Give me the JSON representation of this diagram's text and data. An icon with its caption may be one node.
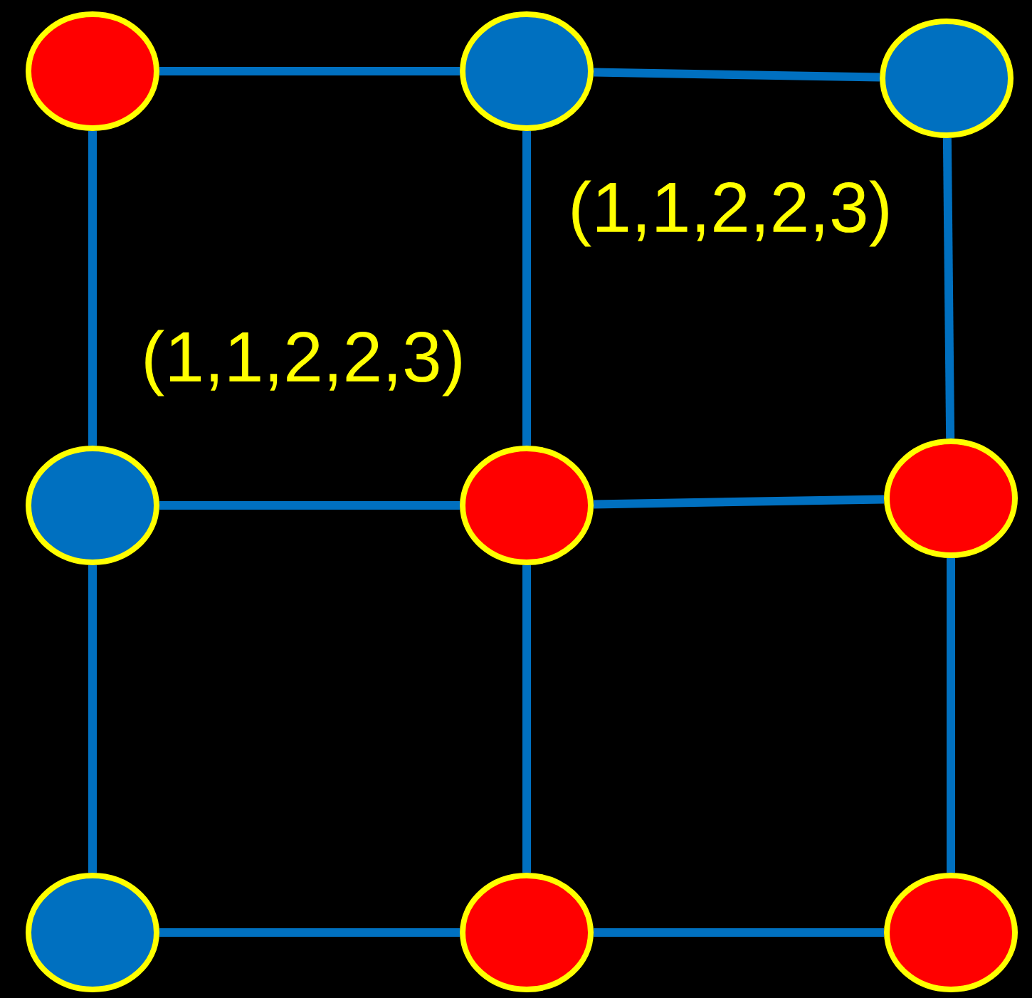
{
  "diagram": {
    "nodes": [
      {
        "text": [],
        "shape": "circle"
      },
      {
        "text": [],
        "shape": "circle"
      },
      {
        "text": [],
        "shape": "circle"
      },
      {
        "text": [],
        "shape": "circle"
      },
      {
        "text": [],
        "shape": "circle"
      },
      {
        "text": [],
        "shape": "circle"
      },
      {
        "text": [],
        "shape": "circle"
      },
      {
        "text": [],
        "shape": "circle"
      },
      {
        "text": [],
        "shape": "circle"
      }
    ],
    "edges": [
      {
        "from": 0,
        "to": 1,
        "arrow": "none"
      },
      {
        "from": 1,
        "to": 2,
        "arrow": "none"
      },
      {
        "from": 3,
        "to": 4,
        "arrow": "none"
      },
      {
        "from": 4,
        "to": 5,
        "arrow": "none"
      },
      {
        "from": 6,
        "to": 7,
        "arrow": "none"
      },
      {
        "from": 7,
        "to": 8,
        "arrow": "none"
      },
      {
        "from": 0,
        "to": 3,
        "arrow": "none"
      },
      {
        "from": 3,
        "to": 6,
        "arrow": "none"
      },
      {
        "from": 1,
        "to": 4,
        "arrow": "none"
      },
      {
        "from": 4,
        "to": 7,
        "arrow": "none"
      },
      {
        "from": 2,
        "to": 5,
        "arrow": "none"
      },
      {
        "from": 5,
        "to": 8,
        "arrow": "none"
      }
    ],
    "labels": [
      "(1,1,2,2,3)",
      "(1,1,2,2,3)"
    ]
  }
}
